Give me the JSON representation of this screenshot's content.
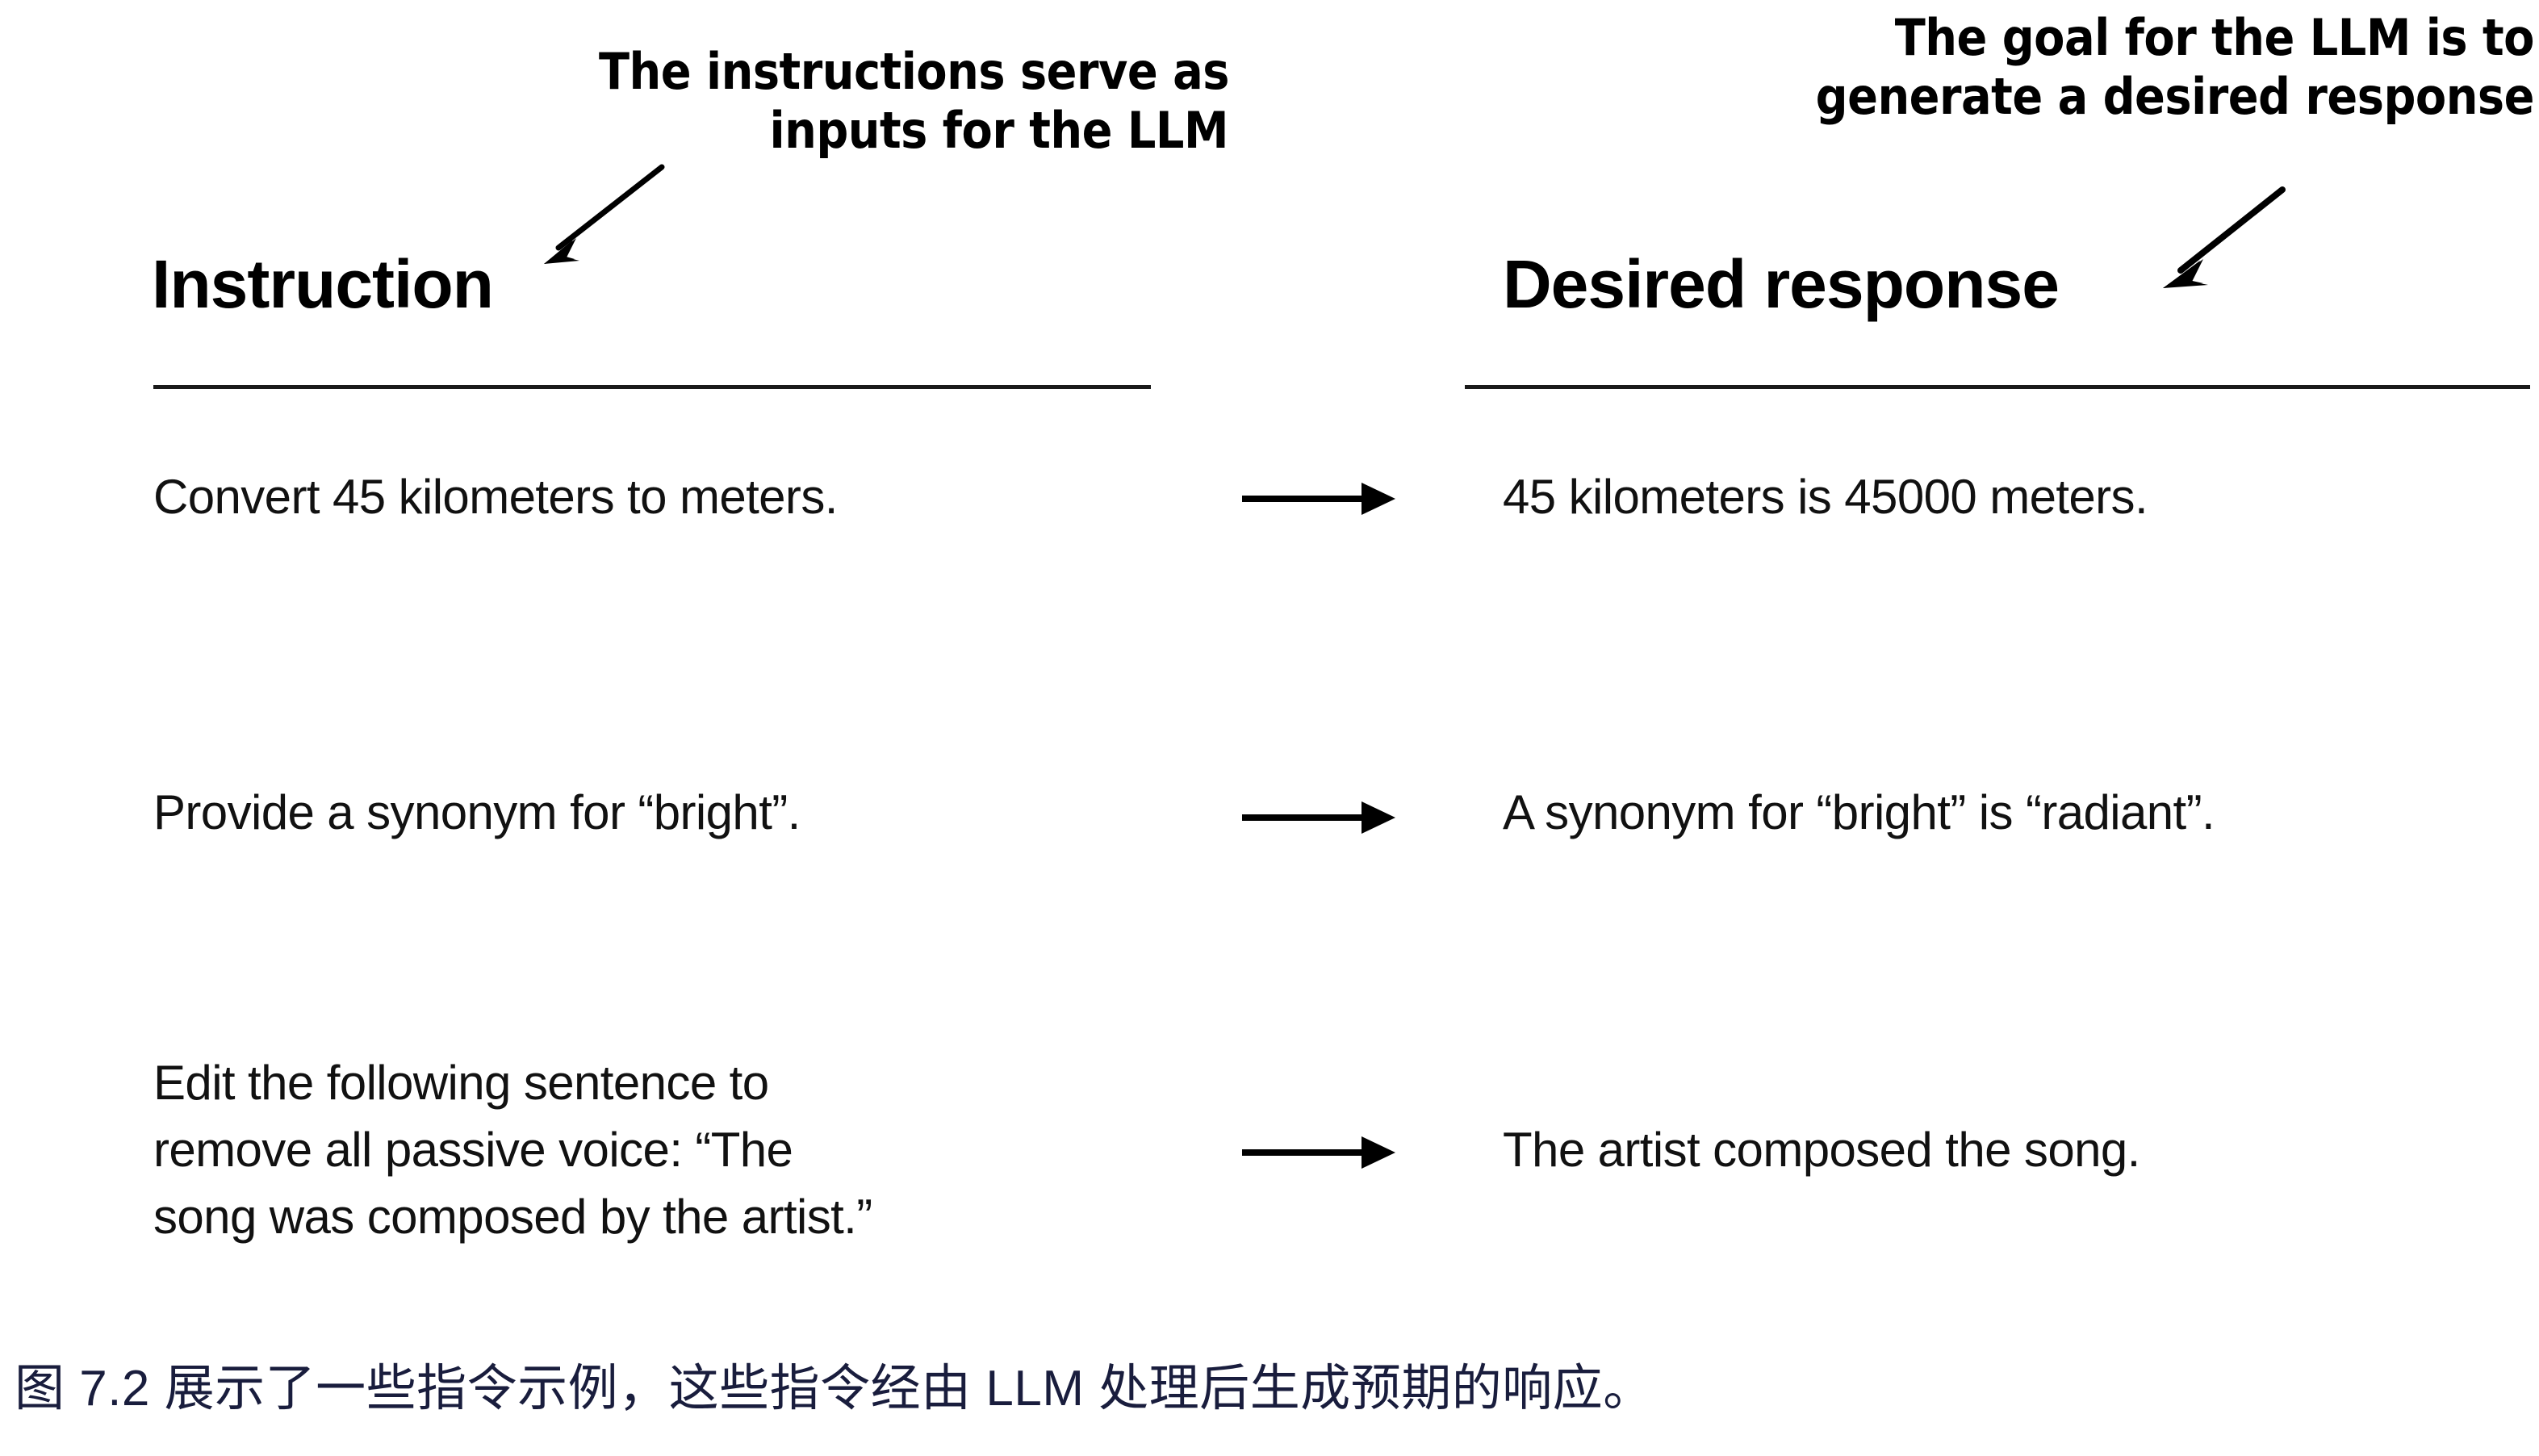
{
  "figure": {
    "background_color": "#ffffff",
    "ink_color": "#000000",
    "caption_color": "#191d3d",
    "caption": "图 7.2 展示了一些指令示例，这些指令经由 LLM 处理后生成预期的响应。"
  },
  "annotations": {
    "left": {
      "line1": "The instructions serve as",
      "line2": "inputs for the LLM",
      "arrow": "arrow-down-left"
    },
    "right": {
      "line1": "The goal for the LLM is to",
      "line2": "generate a desired response",
      "arrow": "arrow-down-left"
    }
  },
  "columns": {
    "left_header": "Instruction",
    "right_header": "Desired response"
  },
  "rows": [
    {
      "instruction": "Convert 45 kilometers to meters.",
      "arrow": "arrow-right",
      "response": "45 kilometers is 45000 meters."
    },
    {
      "instruction": "Provide a synonym for “bright”.",
      "arrow": "arrow-right",
      "response": "A synonym for “bright” is “radiant”."
    },
    {
      "instruction": "Edit the following sentence to\nremove all passive voice: “The\nsong was composed by the artist.”",
      "arrow": "arrow-right",
      "response": "The artist composed the song."
    }
  ]
}
